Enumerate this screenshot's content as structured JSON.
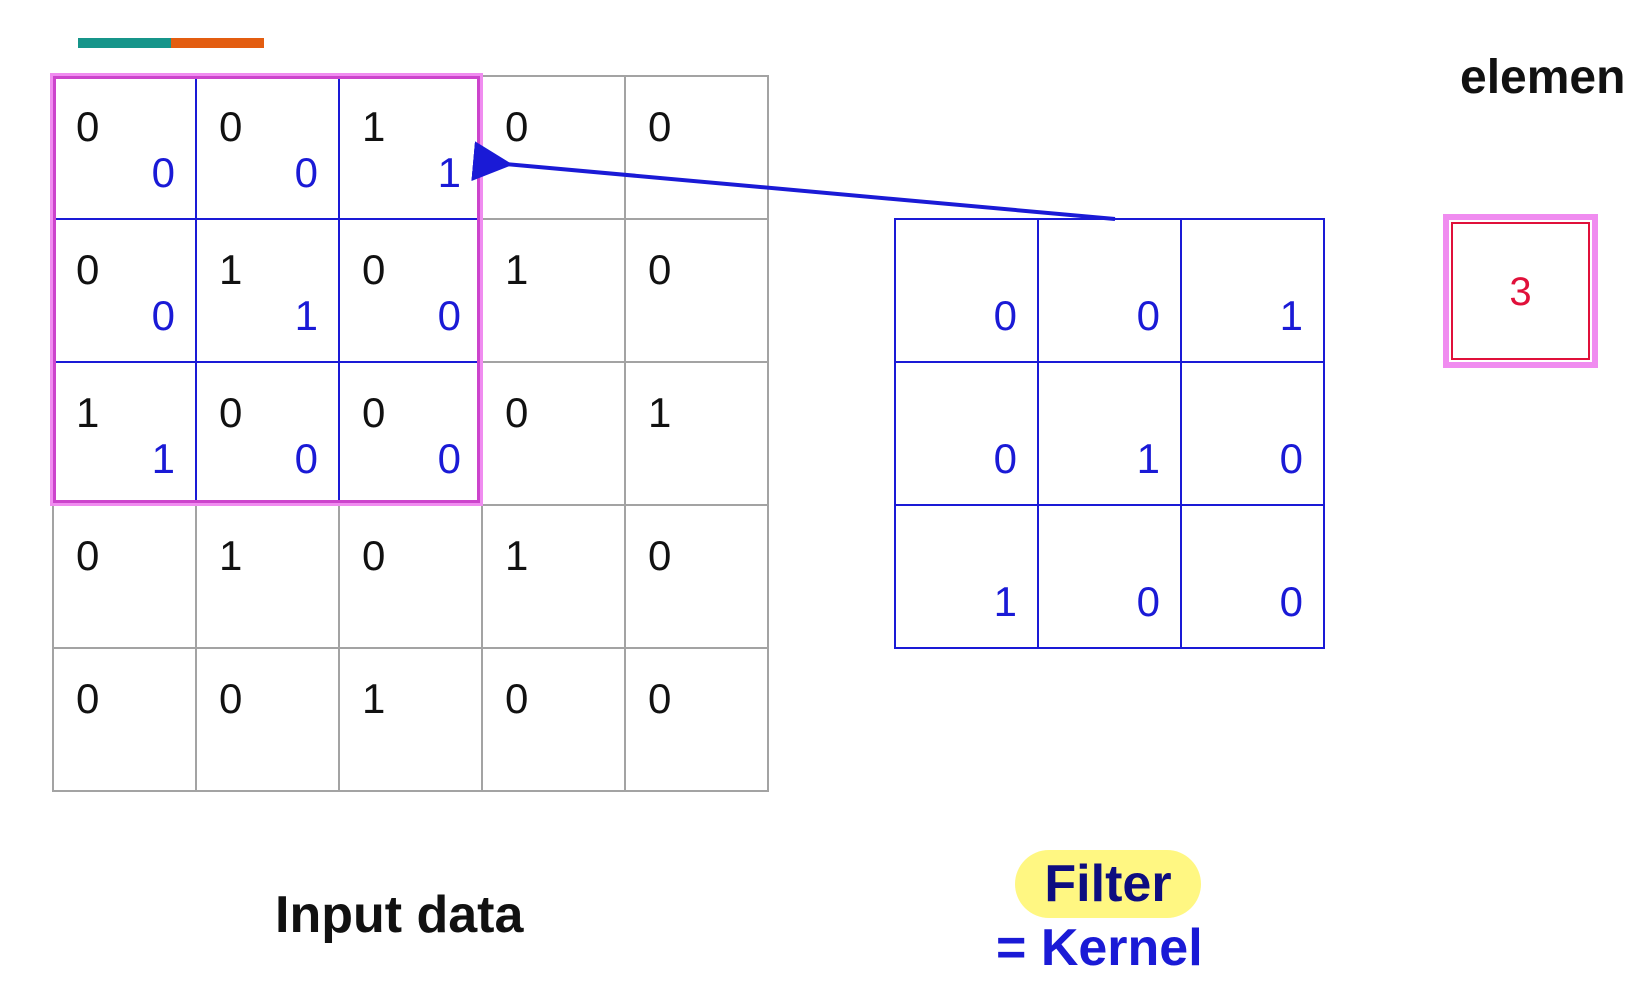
{
  "header_fragment": "elemen",
  "colors": {
    "accent_teal": "#16958a",
    "accent_orange": "#e35d10",
    "filter_label_bg": "#fff782",
    "arrow": "#1a1ad6"
  },
  "input": {
    "caption": "Input data",
    "rows": [
      [
        "0",
        "0",
        "1",
        "0",
        "0"
      ],
      [
        "0",
        "1",
        "0",
        "1",
        "0"
      ],
      [
        "1",
        "0",
        "0",
        "0",
        "1"
      ],
      [
        "0",
        "1",
        "0",
        "1",
        "0"
      ],
      [
        "0",
        "0",
        "1",
        "0",
        "0"
      ]
    ]
  },
  "filter": {
    "label": "Filter",
    "kernel_label": "= Kernel",
    "rows": [
      [
        "0",
        "0",
        "1"
      ],
      [
        "0",
        "1",
        "0"
      ],
      [
        "1",
        "0",
        "0"
      ]
    ]
  },
  "output": {
    "value": "3"
  }
}
